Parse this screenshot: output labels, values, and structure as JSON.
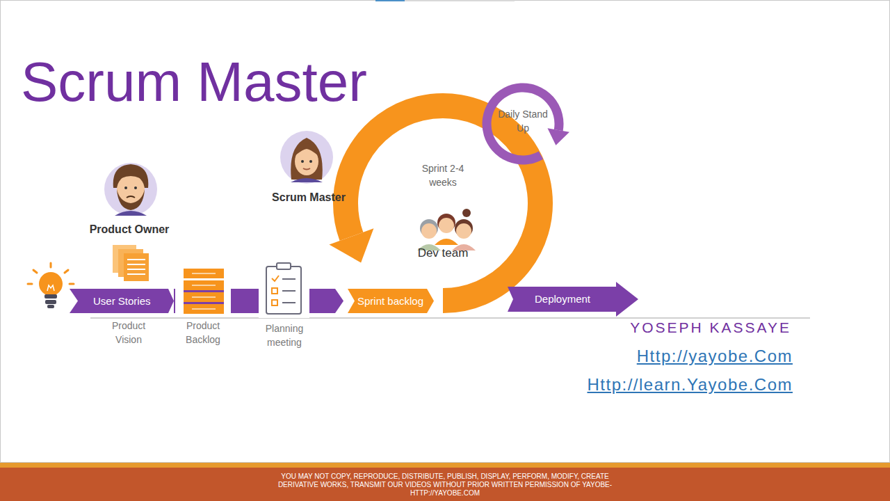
{
  "diagram": {
    "title": "Scrum Master",
    "nodes": [
      {
        "text": [
          "User Stories"
        ]
      },
      {
        "text": [
          "Sprint backlog"
        ]
      },
      {
        "text": [
          "Sprint 2-4 weeks",
          "Dev team"
        ]
      },
      {
        "text": [
          "Daily Stand Up"
        ]
      },
      {
        "text": [
          "Deployment"
        ]
      },
      {
        "text": [
          "YOU MAY NOT COPY, REPRODUCE, DISTRIBUTE, PUBLISH, DISPLAY, PERFORM, MODIFY, CREATE DERIVATIVE WORKS, TRANSMIT OUR VIDEOS WITHOUT PRIOR WRITTEN PERMISSION OF YAYOBE- HTTP://YAYOBE.COM"
        ]
      }
    ],
    "edges": [
      {
        "from": 0,
        "to": 1,
        "arrow": "to"
      }
    ],
    "labels": [
      "Product Owner",
      "Scrum Master",
      "Product Vision",
      "Product Backlog",
      "Planning meeting",
      "YOSEPH KASSAYE",
      "Http://yayobe.Com",
      "Http://learn.Yayobe.Com"
    ]
  }
}
